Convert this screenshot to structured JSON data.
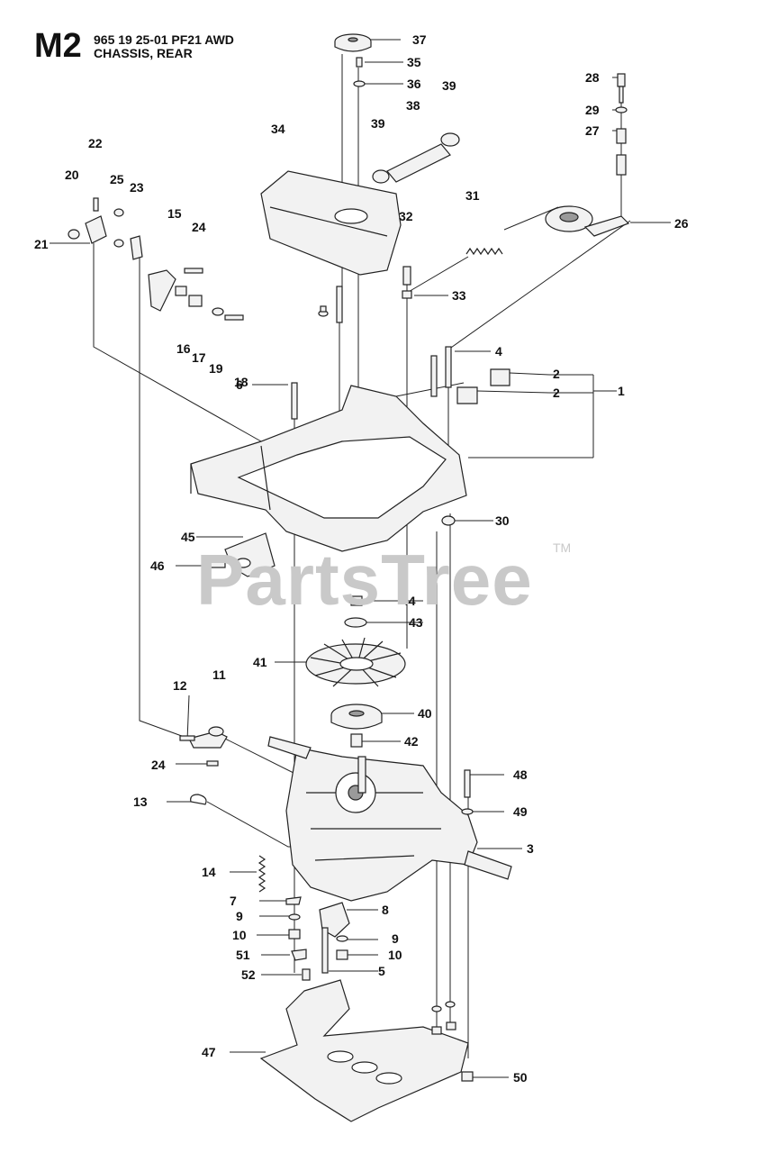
{
  "header": {
    "code": "M2",
    "line1": "965 19 25-01 PF21 AWD",
    "line2": "CHASSIS, REAR"
  },
  "watermark": {
    "text": "PartsTree",
    "tm": "TM"
  },
  "callouts": [
    "1",
    "2",
    "2",
    "3",
    "4",
    "5",
    "6",
    "7",
    "8",
    "9",
    "9",
    "10",
    "10",
    "11",
    "12",
    "13",
    "14",
    "15",
    "16",
    "17",
    "18",
    "19",
    "20",
    "21",
    "22",
    "23",
    "24",
    "24",
    "25",
    "26",
    "27",
    "28",
    "29",
    "30",
    "31",
    "32",
    "33",
    "34",
    "35",
    "36",
    "37",
    "38",
    "39",
    "39",
    "40",
    "41",
    "42",
    "43",
    "44",
    "45",
    "46",
    "47",
    "48",
    "49",
    "50",
    "51",
    "52"
  ],
  "colors": {
    "line": "#222222",
    "part_fill": "#f2f2f2",
    "shade": "#9a9a9a",
    "watermark": "#c9c9c9"
  }
}
